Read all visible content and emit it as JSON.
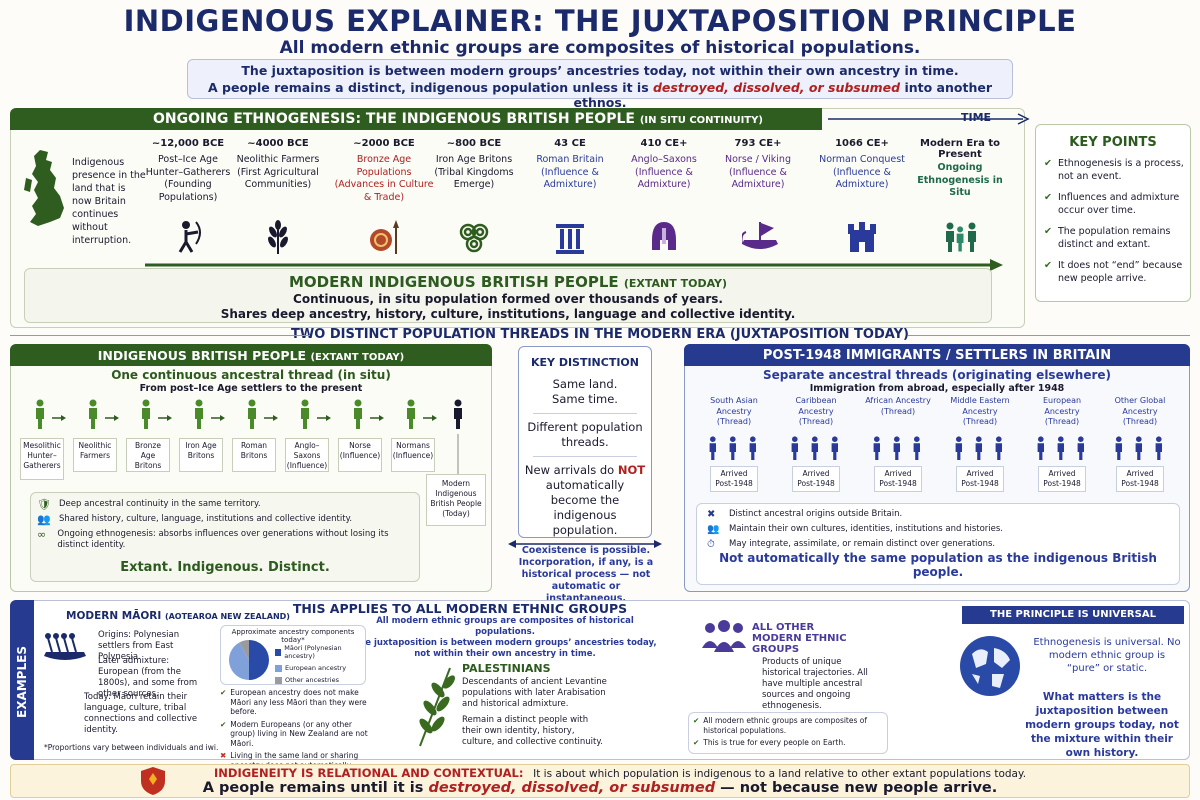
{
  "header": {
    "title": "INDIGENOUS EXPLAINER: THE JUXTAPOSITION PRINCIPLE",
    "subtitle": "All modern ethnic groups are composites of historical populations.",
    "box_line1": "The juxtaposition is between modern groups’ ancestries today, not within their own ancestry in time.",
    "box_line2_pre": "A people remains a distinct, indigenous population unless it is ",
    "box_line2_em": "destroyed, dissolved, or subsumed",
    "box_line2_post": " into another ethnos."
  },
  "timeline": {
    "banner": "ONGOING ETHNOGENESIS: THE INDIGENOUS BRITISH PEOPLE",
    "banner_small": "(IN SITU CONTINUITY)",
    "time_label": "TIME",
    "map_caption": "Indigenous presence in the land that is now Britain continues without interruption.",
    "periods": [
      {
        "date": "~12,000 BCE",
        "label": "Post–Ice Age Hunter–Gatherers (Founding Populations)",
        "icon": "archer-icon",
        "color": "#1a1a2e"
      },
      {
        "date": "~4000 BCE",
        "label": "Neolithic Farmers (First Agricultural Communities)",
        "icon": "wheat-icon",
        "color": "#1a1a2e"
      },
      {
        "date": "~2000 BCE",
        "label_a": "Bronze Age Populations",
        "label": "(Advances in Culture & Trade)",
        "icon": "shield-spear-icon",
        "color": "#b02020"
      },
      {
        "date": "~800 BCE",
        "label": "Iron Age Britons (Tribal Kingdoms Emerge)",
        "icon": "triskele-icon",
        "color": "#1a1a2e"
      },
      {
        "date": "43 CE",
        "label_a": "Roman Britain",
        "label": "(Influence & Admixture)",
        "icon": "column-icon",
        "color": "#2a3a9a"
      },
      {
        "date": "410 CE+",
        "label_a": "Anglo–Saxons",
        "label": "(Influence & Admixture)",
        "icon": "helmet-icon",
        "color": "#5a2a8a"
      },
      {
        "date": "793 CE+",
        "label_a": "Norse / Viking",
        "label": "(Influence & Admixture)",
        "icon": "longship-icon",
        "color": "#5a2a8a"
      },
      {
        "date": "1066 CE+",
        "label_a": "Norman Conquest",
        "label": "(Influence & Admixture)",
        "icon": "castle-icon",
        "color": "#2a3a9a"
      },
      {
        "date": "Modern Era to Present",
        "label_a": "Ongoing Ethnogenesis in Situ",
        "label": "",
        "icon": "family-icon",
        "color": "#1f6a4a"
      }
    ],
    "modern_title": "MODERN INDIGENOUS BRITISH PEOPLE",
    "modern_title_small": "(EXTANT TODAY)",
    "modern_line1": "Continuous, in situ population formed over thousands of years.",
    "modern_line2": "Shares deep ancestry, history, culture, institutions, language and collective identity."
  },
  "key_points": {
    "title": "KEY POINTS",
    "items": [
      "Ethnogenesis is a process, not an event.",
      "Influences and admixture occur over time.",
      "The population remains distinct and extant.",
      "It does not “end” because new people arrive."
    ]
  },
  "threads": {
    "title": "TWO DISTINCT POPULATION THREADS IN THE MODERN ERA (JUXTAPOSITION TODAY)",
    "left": {
      "banner": "INDIGENOUS BRITISH PEOPLE",
      "banner_small": "(EXTANT TODAY)",
      "subtitle": "One continuous ancestral thread (in situ)",
      "subtitle2": "From post–Ice Age settlers to the present",
      "steps": [
        "Mesolithic Hunter–Gatherers",
        "Neolithic Farmers",
        "Bronze Age Britons",
        "Iron Age Britons",
        "Roman Britons",
        "Anglo–Saxons (Influence)",
        "Norse (Influence)",
        "Normans (Influence)"
      ],
      "final": "Modern Indigenous British People (Today)",
      "points": [
        "Deep ancestral continuity in the same territory.",
        "Shared history, culture, language, institutions and collective identity.",
        "Ongoing ethnogenesis: absorbs influences over generations without losing its distinct identity."
      ],
      "tagline": "Extant. Indigenous. Distinct."
    },
    "middle": {
      "title": "KEY DISTINCTION",
      "line1": "Same land.",
      "line2": "Same time.",
      "line3": "Different population threads.",
      "line4_pre": "New arrivals do",
      "line4_em": "NOT",
      "line4_post": "automatically become the indigenous population.",
      "footer": "Coexistence is possible. Incorporation, if any, is a historical process — not automatic or instantaneous."
    },
    "right": {
      "banner": "POST-1948 IMMIGRANTS / SETTLERS IN BRITAIN",
      "subtitle": "Separate ancestral threads (originating elsewhere)",
      "subtitle2": "Immigration from abroad, especially after 1948",
      "groups": [
        "South Asian Ancestry (Thread)",
        "Caribbean Ancestry (Thread)",
        "African Ancestry (Thread)",
        "Middle Eastern Ancestry (Thread)",
        "European Ancestry (Thread)",
        "Other Global Ancestry (Thread)"
      ],
      "arrived": "Arrived Post-1948",
      "points": [
        "Distinct ancestral origins outside Britain.",
        "Maintain their own cultures, identities, institutions and histories.",
        "May integrate, assimilate, or remain distinct over generations."
      ],
      "tagline": "Not automatically the same population as the indigenous British people."
    }
  },
  "examples": {
    "side_label": "EXAMPLES",
    "title": "THIS APPLIES TO ALL MODERN ETHNIC GROUPS",
    "intro1": "All modern ethnic groups are composites of historical populations.",
    "intro2": "The juxtaposition is between modern groups’ ancestries today, not within their own ancestry in time.",
    "maori": {
      "title": "MODERN MĀORI",
      "title_small": "(AOTEAROA NEW ZEALAND)",
      "origins": "Origins: Polynesian settlers from East Polynesia.",
      "later": "Later admixture: European (from the 1800s), and some from other sources.",
      "today": "Today: Māori retain their language, culture, tribal connections and collective identity.",
      "footnote": "*Proportions vary between individuals and iwi.",
      "chart_title": "Approximate ancestry components today*",
      "checks": [
        "European ancestry does not make Māori any less Māori than they were before.",
        "Modern Europeans (or any other group) living in New Zealand are not Māori."
      ],
      "cross": "Living in the same land or sharing ancestry does not automatically make someone Māori."
    },
    "palestinians": {
      "title": "PALESTINIANS",
      "line1": "Descendants of ancient Levantine populations with later Arabisation and historical admixture.",
      "line2": "Remain a distinct people with their own identity, history, culture, and collective continuity."
    },
    "all": {
      "title": "ALL OTHER MODERN ETHNIC GROUPS",
      "body": "Products of unique historical trajectories. All have multiple ancestral sources and ongoing ethnogenesis.",
      "checks": [
        "All modern ethnic groups are composites of historical populations.",
        "This is true for every people on Earth."
      ]
    },
    "universal": {
      "banner": "THE PRINCIPLE IS UNIVERSAL",
      "line1": "Ethnogenesis is universal. No modern ethnic group is “pure” or static.",
      "line2": "What matters is the juxtaposition between modern groups today, not the mixture within their own history."
    }
  },
  "chart_data": {
    "type": "pie",
    "title": "Approximate ancestry components today*",
    "categories": [
      "Māori (Polynesian ancestry)",
      "European ancestry",
      "Other ancestries"
    ],
    "values": [
      50,
      42,
      8
    ],
    "colors": [
      "#2a4aa8",
      "#7fa0d8",
      "#9a9aa0"
    ]
  },
  "footer": {
    "lead": "INDIGENEITY IS RELATIONAL AND CONTEXTUAL:",
    "lead_rest": "It is about which population is indigenous to a land relative to other extant populations today.",
    "line2_pre": "A people remains until it is ",
    "line2_em": "destroyed, dissolved, or subsumed",
    "line2_post": " — not because new people arrive."
  }
}
